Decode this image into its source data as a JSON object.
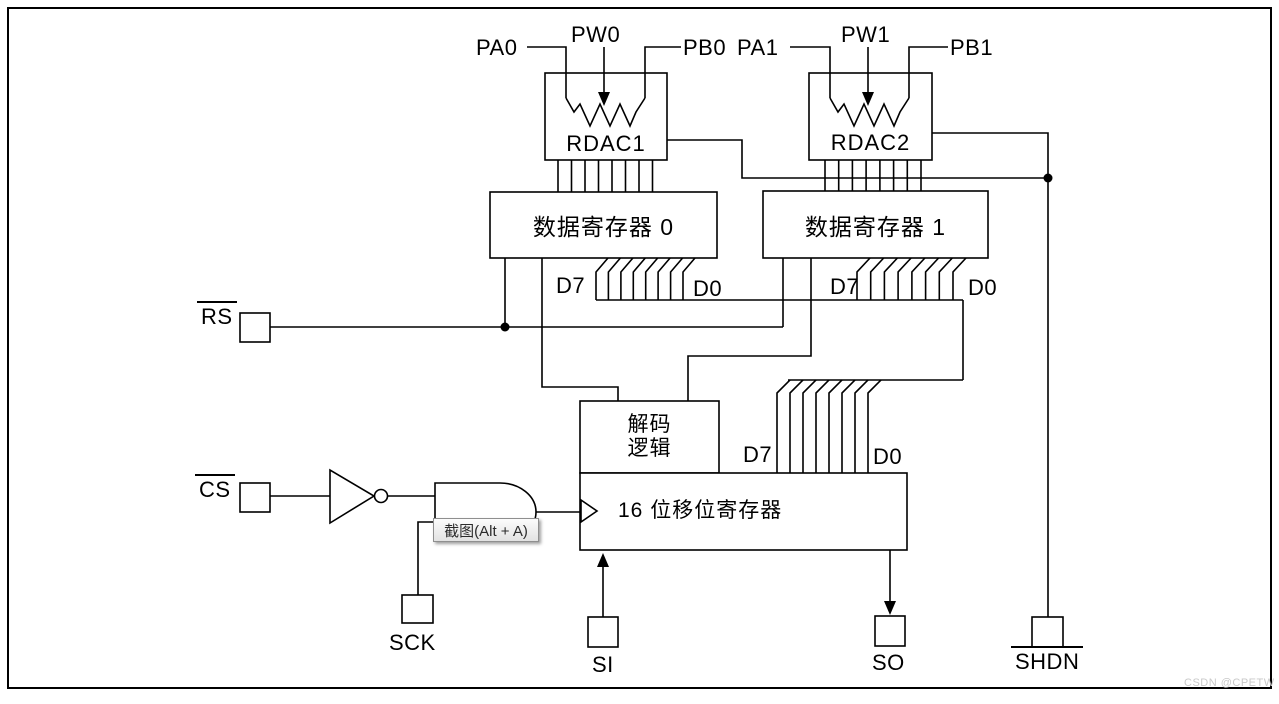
{
  "pin_labels": {
    "pa0": "PA0",
    "pw0": "PW0",
    "pb0": "PB0",
    "pa1": "PA1",
    "pw1": "PW1",
    "pb1": "PB1",
    "rs": "RS",
    "cs": "CS",
    "sck": "SCK",
    "si": "SI",
    "so": "SO",
    "shdn": "SHDN"
  },
  "blocks": {
    "rdac1": "RDAC1",
    "rdac2": "RDAC2",
    "data_register_0": "数据寄存器 0",
    "data_register_1": "数据寄存器 1",
    "decode_logic_line1": "解码",
    "decode_logic_line2": "逻辑",
    "shift_register": "16 位移位寄存器"
  },
  "bus_labels": {
    "reg0_d7": "D7",
    "reg0_d0": "D0",
    "reg1_d7": "D7",
    "reg1_d0": "D0",
    "shift_d7": "D7",
    "shift_d0": "D0"
  },
  "overlay": {
    "screenshot_tooltip": "截图(Alt + A)"
  },
  "watermark": "CSDN @CPETW",
  "colors": {
    "line": "#000000",
    "background": "#ffffff",
    "tooltip_border": "#8f8f8f",
    "watermark": "#c9c9c9"
  }
}
